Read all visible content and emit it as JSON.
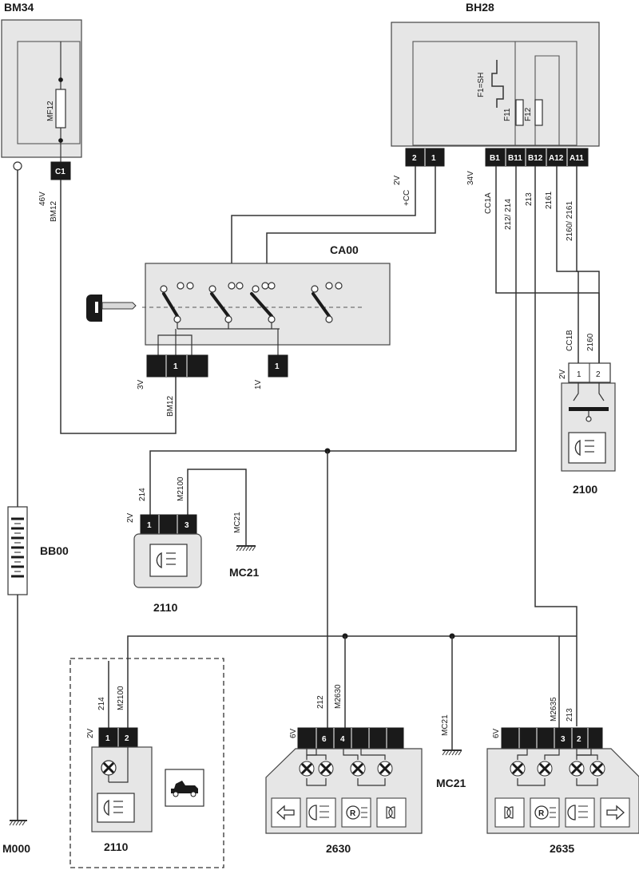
{
  "components": {
    "bm34": {
      "name": "BM34",
      "fuse": "MF12",
      "connector": "C1",
      "connector_color": "46V",
      "wire": "BM12"
    },
    "bh28": {
      "name": "BH28",
      "shunt": "F1=SH",
      "fuses": [
        "F11",
        "F12"
      ],
      "conn_left_color": "2V",
      "conn_left_pins": [
        "2",
        "1"
      ],
      "conn_right_color": "34V",
      "conn_right_pins": [
        "B1",
        "B11",
        "B12",
        "A12",
        "A11"
      ],
      "wires_top": [
        "+CC",
        "CC1A",
        "212/ 214",
        "213",
        "2161",
        "2160/ 2161"
      ]
    },
    "ca00": {
      "name": "CA00",
      "conn_3v": "3V",
      "conn_3v_pin": "1",
      "conn_1v": "1V",
      "conn_1v_pin": "1",
      "wire": "BM12"
    },
    "bb00": {
      "name": "BB00"
    },
    "m000": {
      "name": "M000"
    },
    "c2100": {
      "name": "2100",
      "color": "2V",
      "pins": [
        "1",
        "2"
      ],
      "wires": [
        "CC1B",
        "2160"
      ]
    },
    "c2110_top": {
      "name": "2110",
      "color": "2V",
      "pins": [
        "1",
        "3"
      ],
      "wires": [
        "214",
        "M2100",
        "MC21"
      ],
      "ground": "MC21"
    },
    "c2110_bottom": {
      "name": "2110",
      "color": "2V",
      "pins": [
        "1",
        "2"
      ],
      "wires": [
        "214",
        "M2100"
      ]
    },
    "c2630": {
      "name": "2630",
      "color": "6V",
      "pins": [
        "6",
        "4"
      ],
      "wires": [
        "212",
        "M2630"
      ]
    },
    "c2635": {
      "name": "2635",
      "color": "6V",
      "pins": [
        "3",
        "2"
      ],
      "wires": [
        "M2635",
        "213"
      ]
    },
    "mc21_bottom": {
      "name": "MC21",
      "wire": "MC21"
    }
  },
  "icons": [
    "key-icon",
    "lamp-icon",
    "car-icon",
    "arrow-left-icon",
    "arrow-right-icon",
    "fog-lamp-icon",
    "rear-fog-icon"
  ]
}
